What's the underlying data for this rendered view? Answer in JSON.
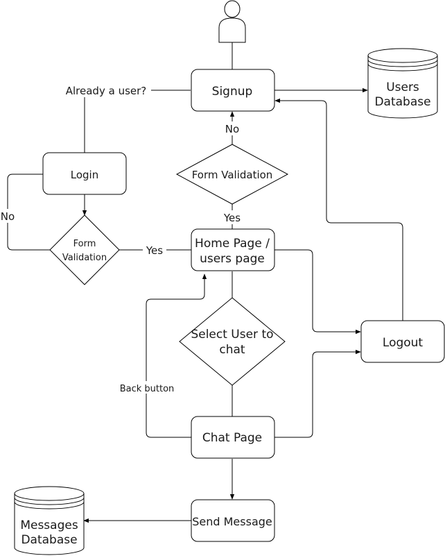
{
  "nodes": {
    "signup": "Signup",
    "login": "Login",
    "form_validation_left": [
      "Form",
      "Validation"
    ],
    "form_validation_top": "Form Validation",
    "home_page": [
      "Home Page /",
      "users page"
    ],
    "select_user": [
      "Select User to",
      "chat"
    ],
    "logout": "Logout",
    "chat_page": "Chat Page",
    "send_message": "Send Message",
    "users_db": [
      "Users",
      "Database"
    ],
    "messages_db": [
      "Messages",
      "Database"
    ]
  },
  "edge_labels": {
    "already_user": "Already a user?",
    "no_left": "No",
    "yes_left": "Yes",
    "no_top": "No",
    "yes_top": "Yes",
    "back_button": "Back button"
  }
}
